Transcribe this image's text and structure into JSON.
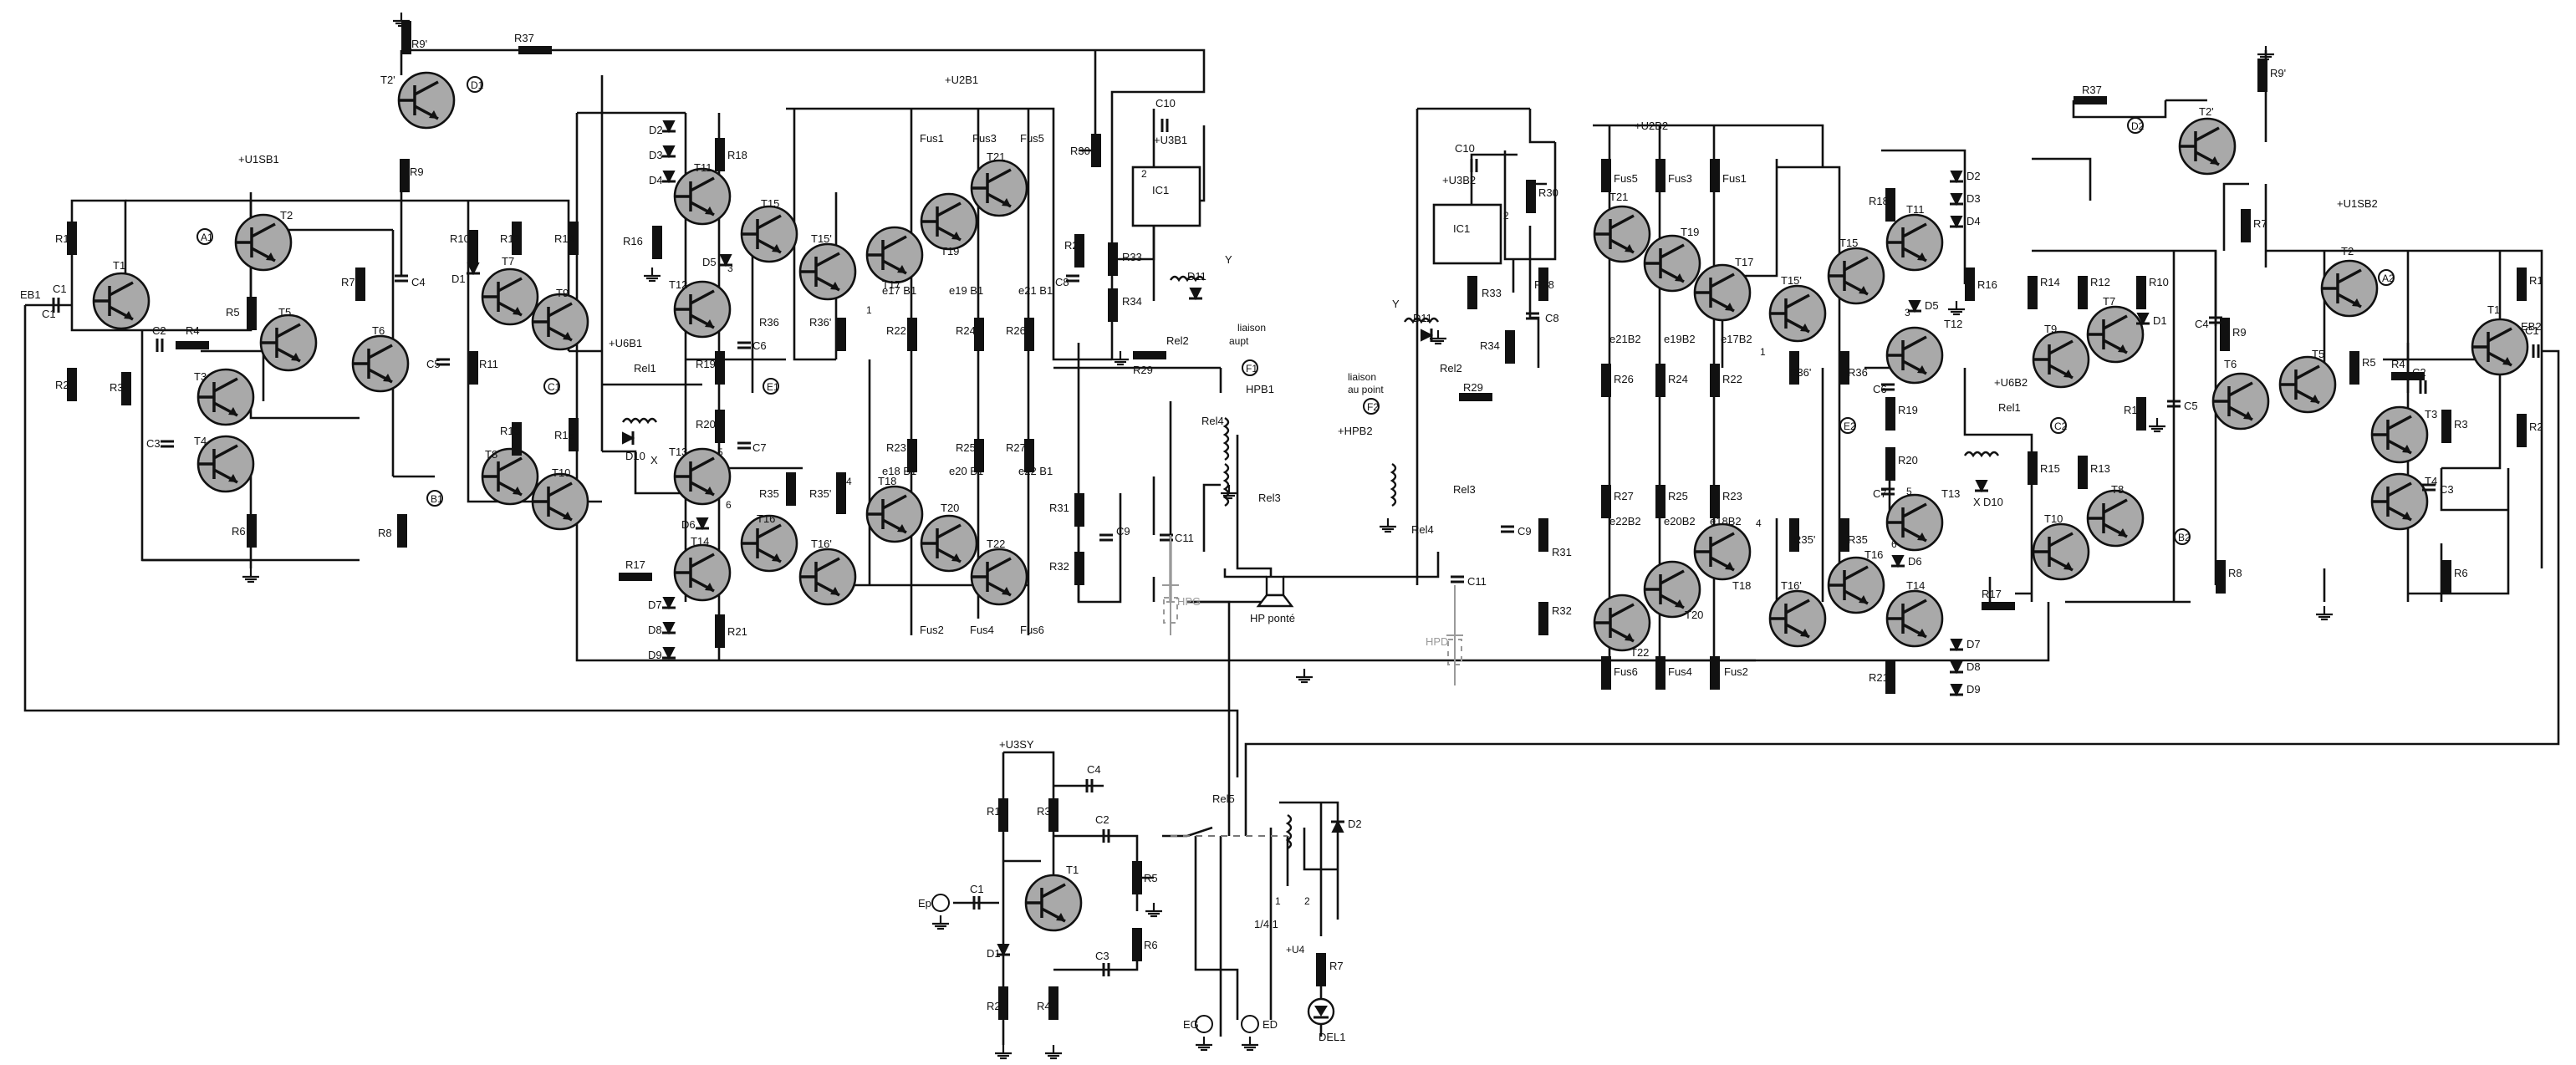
{
  "left_channel": {
    "transistors": [
      "T1",
      "T2",
      "T2'",
      "T3",
      "T4",
      "T5",
      "T6",
      "T7",
      "T8",
      "T9",
      "T10",
      "T11",
      "T12",
      "T13",
      "T14",
      "T15",
      "T15'",
      "T16",
      "T16'",
      "T17",
      "T18",
      "T19",
      "T20",
      "T21",
      "T22"
    ],
    "resistors": [
      "R1",
      "R2",
      "R3",
      "R4",
      "R5",
      "R6",
      "R7",
      "R8",
      "R9",
      "R9'",
      "R10",
      "R11",
      "R12",
      "R13",
      "R14",
      "R15",
      "R16",
      "R17",
      "R18",
      "R19",
      "R20",
      "R21",
      "R22",
      "R23",
      "R24",
      "R25",
      "R26",
      "R27",
      "R28",
      "R29",
      "R30",
      "R31",
      "R32",
      "R33",
      "R34",
      "R35",
      "R35'",
      "R36",
      "R36'",
      "R37"
    ],
    "capacitors": [
      "C1",
      "C2",
      "C3",
      "C4",
      "C5",
      "C6",
      "C7",
      "C8",
      "C9",
      "C10",
      "C11"
    ],
    "diodes": [
      "D1",
      "D2",
      "D3",
      "D4",
      "D5",
      "D6",
      "D7",
      "D8",
      "D9",
      "D10",
      "D11"
    ],
    "emitter_resistors": [
      "e17 B1",
      "e18 B1",
      "e19 B1",
      "e20 B1",
      "e21 B1",
      "e22 B1"
    ],
    "fuses": [
      "Fus1",
      "Fus2",
      "Fus3",
      "Fus4",
      "Fus5",
      "Fus6"
    ],
    "nets": [
      "+U1SB1",
      "+U2B1",
      "+U3B1",
      "+U6B1",
      "HPB1",
      "EB1"
    ],
    "test_points": [
      "A1",
      "B1",
      "C1",
      "D1",
      "E1",
      "F1"
    ],
    "relays": [
      "Rel1",
      "Rel2",
      "Rel3",
      "Rel4"
    ],
    "ic": "IC1",
    "misc": [
      "X",
      "Y",
      "HPG",
      "HP ponté",
      "liaison",
      "aupt"
    ],
    "node_numbers": [
      "1",
      "2",
      "3",
      "4",
      "5",
      "6"
    ]
  },
  "right_channel": {
    "transistors": [
      "T1",
      "T2",
      "T2'",
      "T3",
      "T4",
      "T5",
      "T6",
      "T7",
      "T8",
      "T9",
      "T10",
      "T11",
      "T12",
      "T13",
      "T14",
      "T15",
      "T15'",
      "T16",
      "T16'",
      "T17",
      "T18",
      "T19",
      "T20",
      "T21",
      "T22"
    ],
    "resistors": [
      "R1",
      "R2",
      "R3",
      "R4",
      "R5",
      "R6",
      "R7",
      "R8",
      "R9",
      "R9'",
      "R10",
      "R11",
      "R12",
      "R13",
      "R14",
      "R15",
      "R16",
      "R17",
      "R18",
      "R19",
      "R20",
      "R21",
      "R22",
      "R23",
      "R24",
      "R25",
      "R26",
      "R27",
      "R28",
      "R29",
      "R30",
      "R31",
      "R32",
      "R33",
      "R34",
      "R35",
      "R35'",
      "R36",
      "R36'",
      "R37"
    ],
    "capacitors": [
      "C1",
      "C2",
      "C3",
      "C4",
      "C5",
      "C6",
      "C7",
      "C8",
      "C9",
      "C10",
      "C11"
    ],
    "diodes": [
      "D1",
      "D2",
      "D3",
      "D4",
      "D5",
      "D6",
      "D7",
      "D8",
      "D9",
      "D10",
      "D11"
    ],
    "emitter_resistors": [
      "e17B2",
      "e18B2",
      "e19B2",
      "e20B2",
      "e21B2",
      "e22B2"
    ],
    "fuses": [
      "Fus1",
      "Fus2",
      "Fus3",
      "Fus4",
      "Fus5",
      "Fus6"
    ],
    "nets": [
      "+U1SB2",
      "+U2B2",
      "+U3B2",
      "+U6B2",
      "+HPB2",
      "EB2"
    ],
    "test_points": [
      "A2",
      "B2",
      "C2",
      "D2",
      "E2",
      "F2"
    ],
    "relays": [
      "Rel1",
      "Rel2",
      "Rel3",
      "Rel4"
    ],
    "ic": "IC1",
    "misc": [
      "X",
      "Y",
      "HPD",
      "liaison",
      "au point"
    ],
    "node_numbers": [
      "1",
      "2",
      "3",
      "4",
      "5",
      "6"
    ]
  },
  "input_stage": {
    "net": "+U3SY",
    "transistor": "T1",
    "resistors": [
      "R1",
      "R2",
      "R3",
      "R4",
      "R5",
      "R6",
      "R7"
    ],
    "capacitors": [
      "C1",
      "C2",
      "C3",
      "C4"
    ],
    "diodes": [
      "D1",
      "D2"
    ],
    "relay": "Rel5",
    "input": "Ep",
    "outputs": [
      "EG",
      "ED"
    ],
    "led": "DEL1",
    "switch": "1/4I1",
    "switch_contacts": [
      "1",
      "2"
    ],
    "switch_net": "+U4"
  }
}
